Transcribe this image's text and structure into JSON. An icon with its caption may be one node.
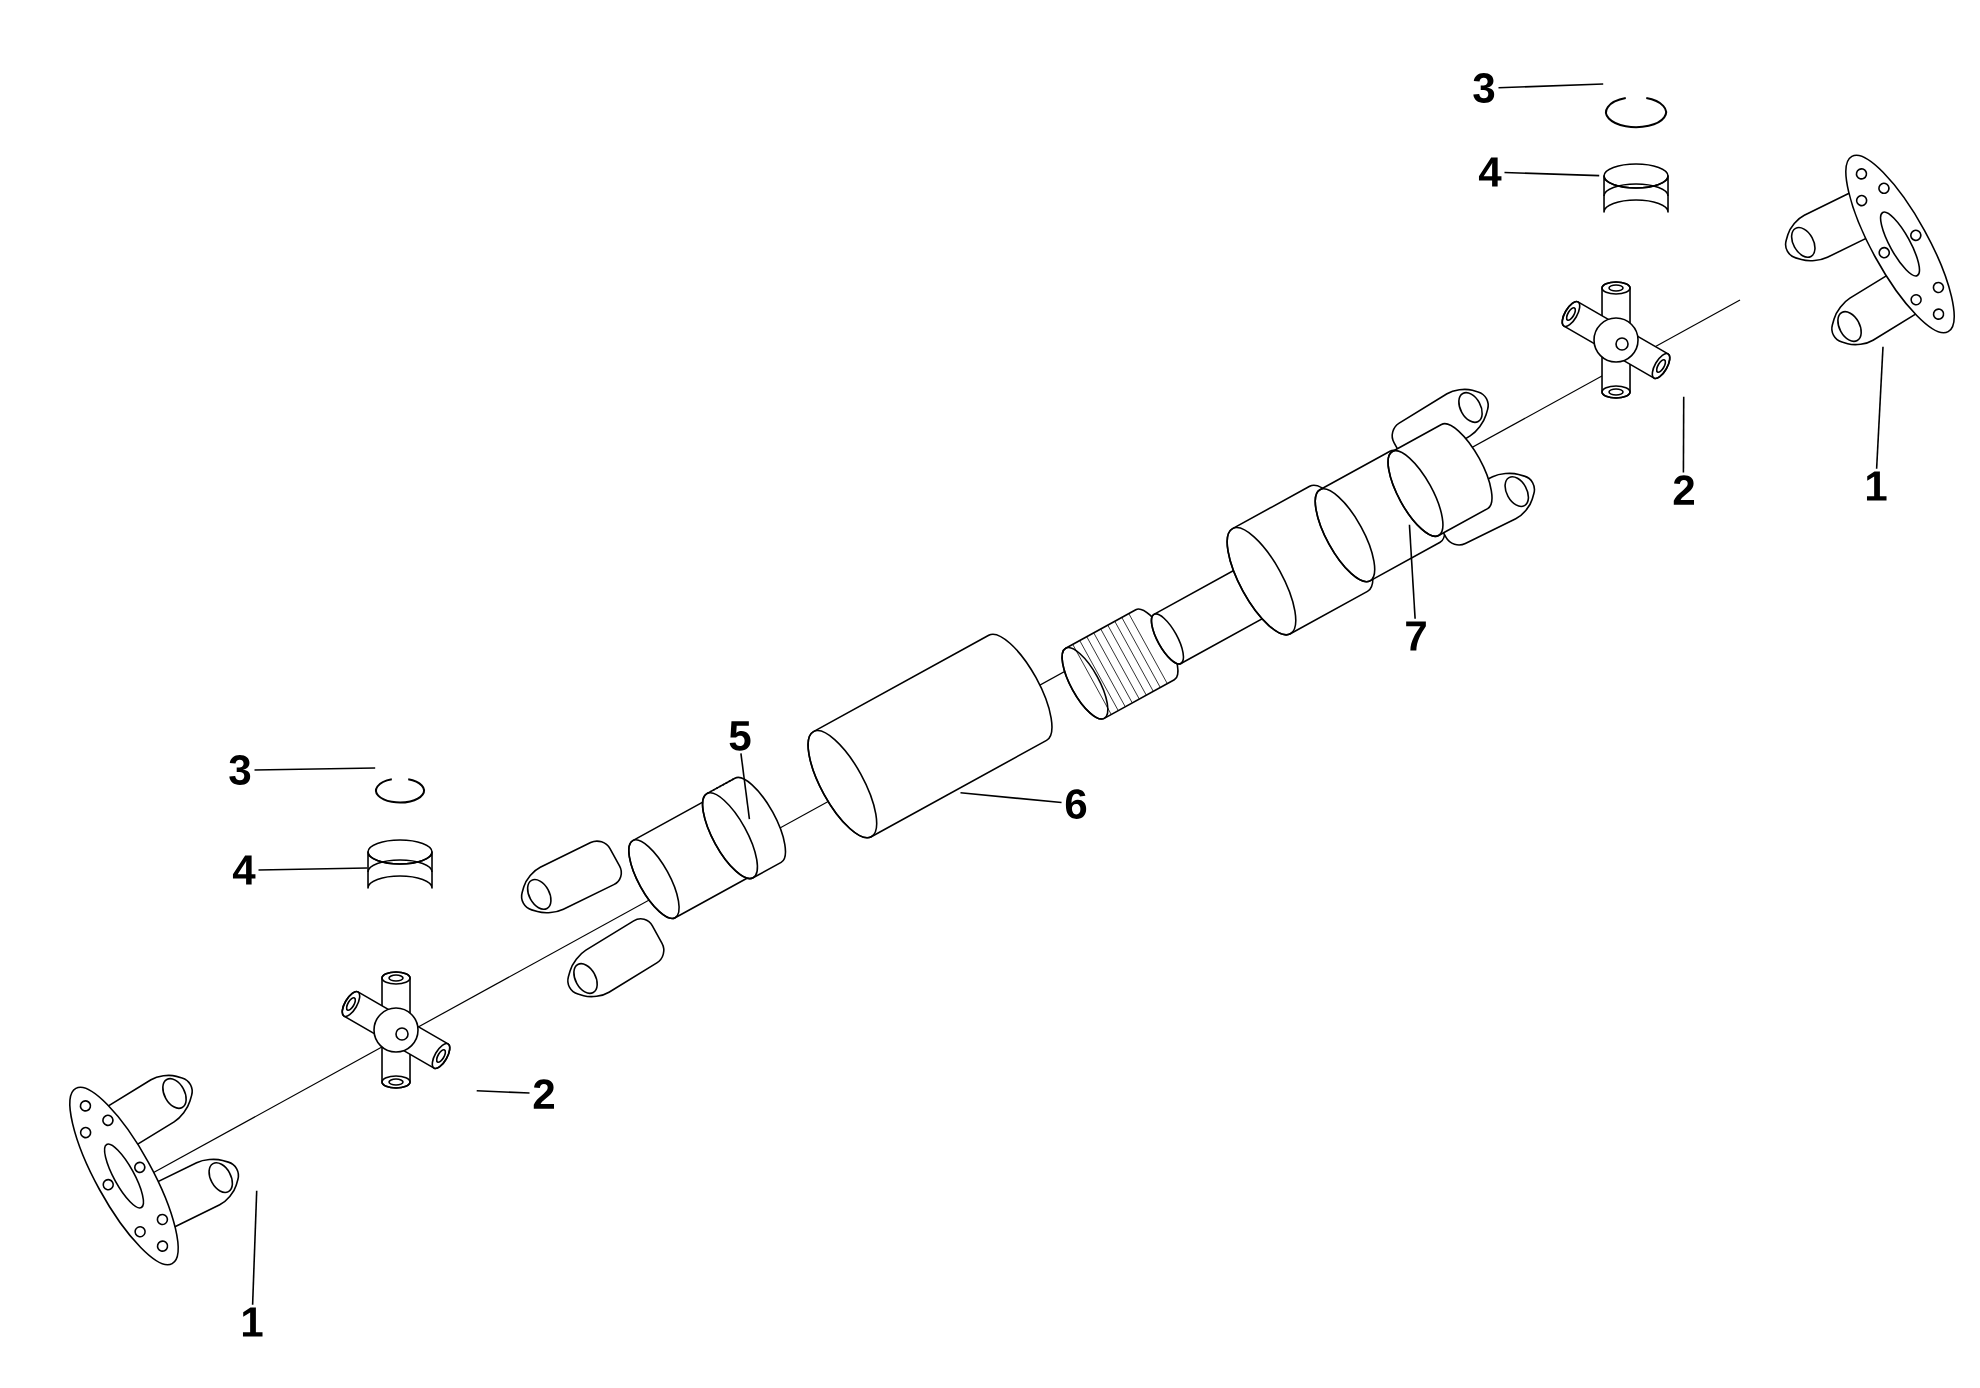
{
  "diagram": {
    "nodes": [
      {
        "text": [
          "3"
        ]
      },
      {
        "text": [],
        "shape": "picture"
      },
      {
        "text": [
          "4"
        ]
      },
      {
        "text": [],
        "shape": "picture"
      },
      {
        "text": [],
        "shape": "picture"
      },
      {
        "text": [],
        "shape": "picture"
      },
      {
        "text": [],
        "shape": "picture"
      },
      {
        "text": [
          "2"
        ]
      },
      {
        "text": [
          "1"
        ]
      },
      {
        "text": [
          "7"
        ]
      },
      {
        "text": [
          "5"
        ]
      },
      {
        "text": [],
        "shape": "picture"
      },
      {
        "text": [
          "3"
        ]
      },
      {
        "text": [],
        "shape": "picture"
      },
      {
        "text": [
          "6"
        ]
      },
      {
        "text": [
          "4"
        ]
      },
      {
        "text": [],
        "shape": "picture"
      },
      {
        "text": [],
        "shape": "picture"
      },
      {
        "text": [],
        "shape": "picture"
      },
      {
        "text": [
          "2"
        ]
      },
      {
        "text": [],
        "shape": "picture"
      },
      {
        "text": [
          "1"
        ]
      }
    ],
    "edges": [
      {
        "from": 0,
        "to": 1,
        "arrow": "none"
      },
      {
        "from": 2,
        "to": 3,
        "arrow": "none"
      },
      {
        "from": 8,
        "to": 4,
        "arrow": "none"
      },
      {
        "from": 7,
        "to": 5,
        "arrow": "none"
      },
      {
        "from": 9,
        "to": 6,
        "arrow": "none"
      },
      {
        "from": 10,
        "to": 17,
        "arrow": "none"
      },
      {
        "from": 14,
        "to": 13,
        "arrow": "none"
      },
      {
        "from": 12,
        "to": 11,
        "arrow": "none"
      },
      {
        "from": 15,
        "to": 16,
        "arrow": "none"
      },
      {
        "from": 19,
        "to": 18,
        "arrow": "none"
      },
      {
        "from": 21,
        "to": 20,
        "arrow": "none"
      }
    ]
  }
}
